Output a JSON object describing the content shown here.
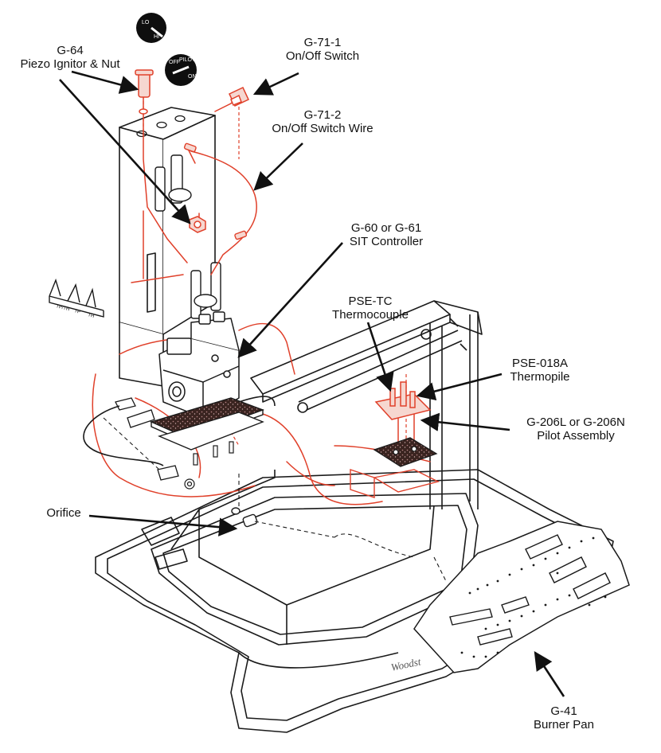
{
  "labels": [
    {
      "id": "g64",
      "code": "G-64",
      "name": "Piezo Ignitor & Nut"
    },
    {
      "id": "g711",
      "code": "G-71-1",
      "name": "On/Off Switch"
    },
    {
      "id": "g712",
      "code": "G-71-2",
      "name": "On/Off Switch Wire"
    },
    {
      "id": "g60",
      "code": "G-60 or G-61",
      "name": "SIT Controller"
    },
    {
      "id": "psetc",
      "code": "PSE-TC",
      "name": "Thermocouple"
    },
    {
      "id": "pse018",
      "code": "PSE-018A",
      "name": "Thermopile"
    },
    {
      "id": "g206",
      "code": "G-206L or G-206N",
      "name": "Pilot Assembly"
    },
    {
      "id": "orif",
      "code": "",
      "name": "Orifice"
    },
    {
      "id": "g41",
      "code": "G-41",
      "name": "Burner Pan"
    }
  ],
  "knob_top": {
    "line1": "LO",
    "line2": "HI"
  },
  "knob_bottom": {
    "line1": "OFF",
    "line2": "PILOT",
    "line3": "ON"
  },
  "terminal_labels": [
    "TP/TH",
    "TP",
    "TH"
  ],
  "logo": "Woodst",
  "colors": {
    "line": "#1a1a1a",
    "accent": "#e0402a",
    "gasket": "#3a2420",
    "knob": "#0e0e0e"
  }
}
